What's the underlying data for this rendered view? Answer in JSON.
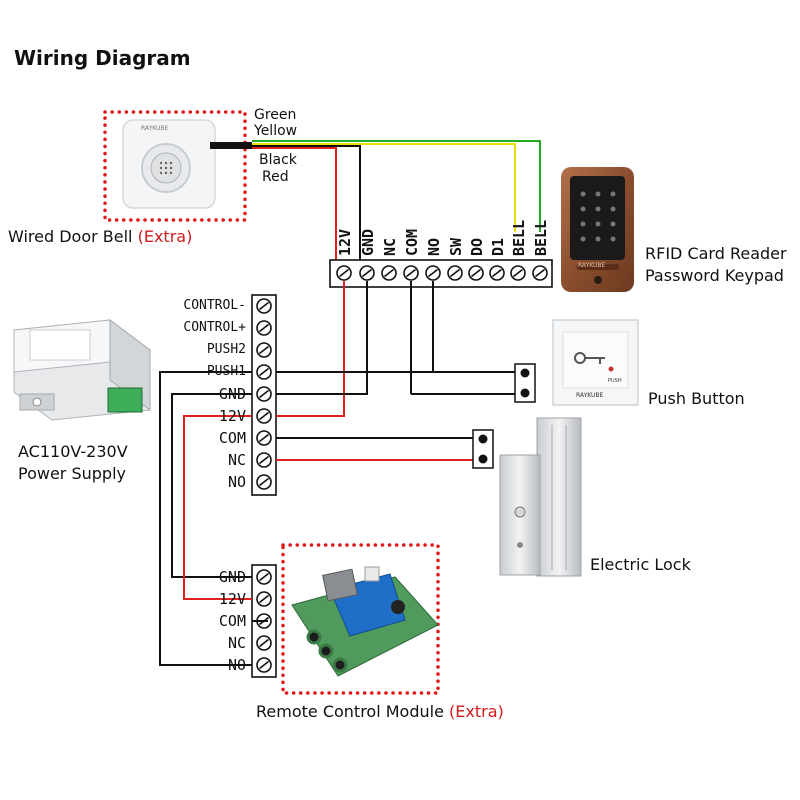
{
  "title": "Wiring Diagram",
  "devices": {
    "doorbell": {
      "caption": "Wired Door Bell",
      "extra": "(Extra)",
      "brand": "RAYKUBE"
    },
    "reader": {
      "caption_line1": "RFID Card Reader",
      "caption_line2": "Password Keypad",
      "brand": "RAYKUBE"
    },
    "push_button": {
      "caption": "Push Button",
      "brand": "RAYKUBE",
      "text": "PUSH"
    },
    "power_supply": {
      "caption_line1": "AC110V-230V",
      "caption_line2": "Power Supply"
    },
    "lock": {
      "caption": "Electric Lock"
    },
    "remote": {
      "caption": "Remote Control Module",
      "extra": "(Extra)"
    }
  },
  "wire_labels": [
    "Green",
    "Yellow",
    "Black",
    "Red"
  ],
  "reader_terminals": [
    "12V",
    "GND",
    "NC",
    "COM",
    "NO",
    "SW",
    "DO",
    "D1",
    "BELL",
    "BELL"
  ],
  "power_terminals": [
    "CONTROL-",
    "CONTROL+",
    "PUSH2",
    "PUSH1",
    "GND",
    "12V",
    "COM",
    "NC",
    "NO"
  ],
  "remote_terminals": [
    "GND",
    "12V",
    "COM",
    "NC",
    "NO"
  ],
  "colors": {
    "red_wire": "#e02020",
    "black_wire": "#111111",
    "green_wire": "#22aa22",
    "yellow_wire": "#e8e000",
    "dotted_frame": "#e01818"
  }
}
